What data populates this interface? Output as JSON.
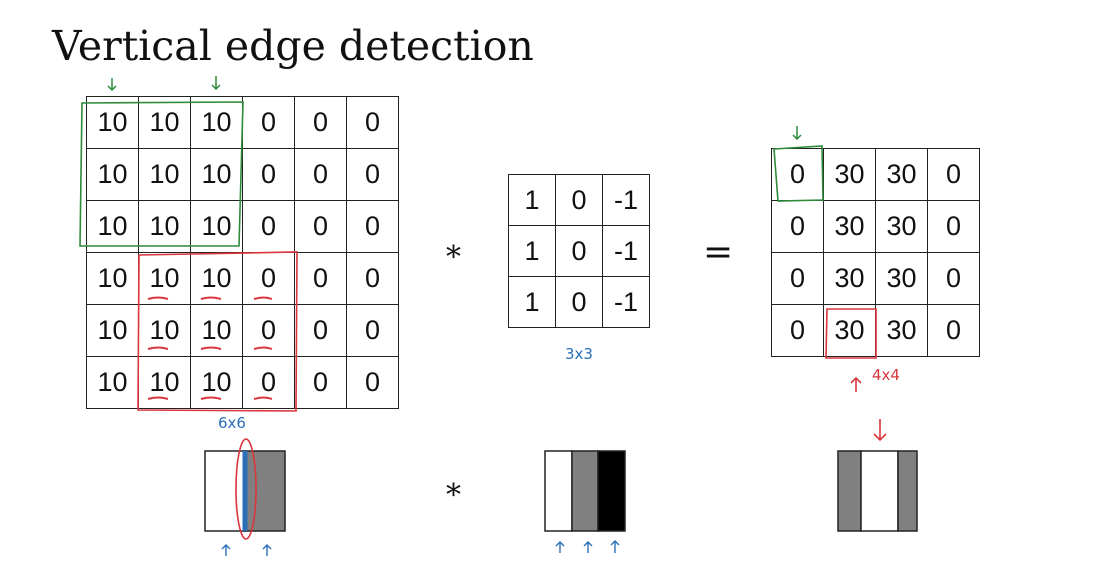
{
  "title": "Vertical edge detection",
  "input_image": {
    "rows": [
      [
        "10",
        "10",
        "10",
        "0",
        "0",
        "0"
      ],
      [
        "10",
        "10",
        "10",
        "0",
        "0",
        "0"
      ],
      [
        "10",
        "10",
        "10",
        "0",
        "0",
        "0"
      ],
      [
        "10",
        "10",
        "10",
        "0",
        "0",
        "0"
      ],
      [
        "10",
        "10",
        "10",
        "0",
        "0",
        "0"
      ],
      [
        "10",
        "10",
        "10",
        "0",
        "0",
        "0"
      ]
    ],
    "size_note": "6x6"
  },
  "filter": {
    "rows": [
      [
        "1",
        "0",
        "-1"
      ],
      [
        "1",
        "0",
        "-1"
      ],
      [
        "1",
        "0",
        "-1"
      ]
    ],
    "size_note": "3x3"
  },
  "output": {
    "rows": [
      [
        "0",
        "30",
        "30",
        "0"
      ],
      [
        "0",
        "30",
        "30",
        "0"
      ],
      [
        "0",
        "30",
        "30",
        "0"
      ],
      [
        "0",
        "30",
        "30",
        "0"
      ]
    ],
    "size_note": "4x4"
  },
  "operators": {
    "convolve": "*",
    "equals": "=",
    "convolve_bottom": "*"
  },
  "colors": {
    "annotation_green": "#2e8b3a",
    "annotation_red": "#d9363e",
    "annotation_blue": "#2a6fb8",
    "gray": "#808080",
    "black": "#000000"
  }
}
